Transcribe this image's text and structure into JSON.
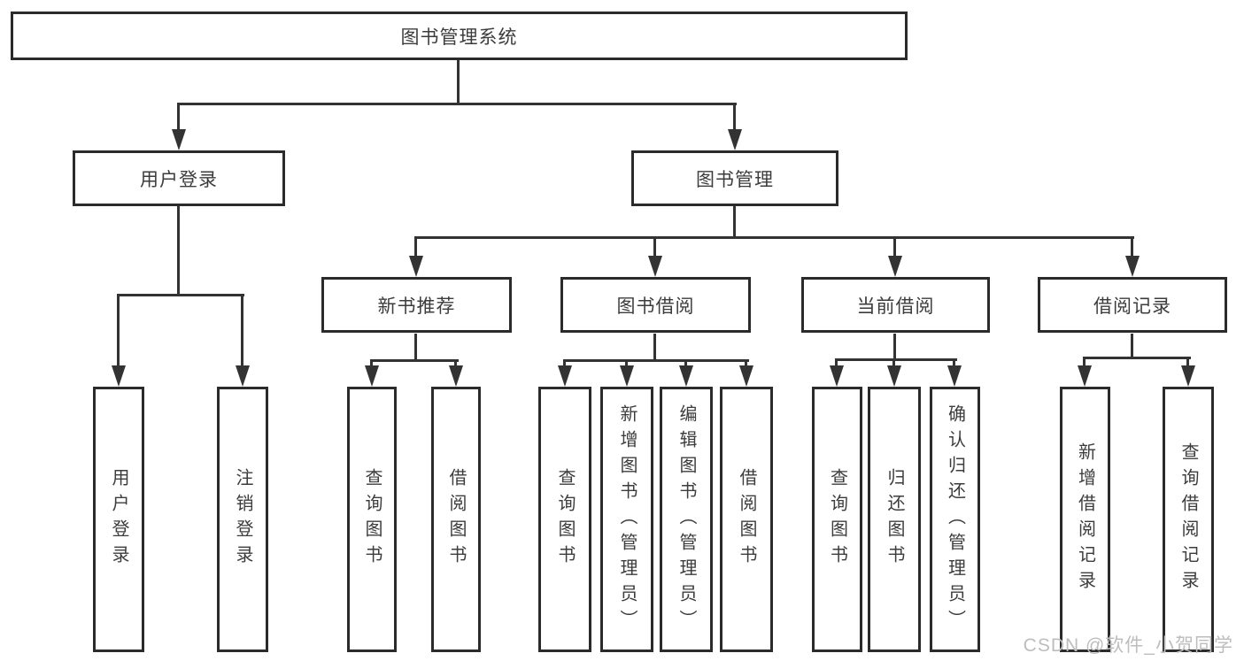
{
  "tree": {
    "label": "图书管理系统",
    "children": [
      {
        "label": "用户登录",
        "children": [
          {
            "label": "用户登录"
          },
          {
            "label": "注销登录"
          }
        ]
      },
      {
        "label": "图书管理",
        "children": [
          {
            "label": "新书推荐",
            "children": [
              {
                "label": "查询图书"
              },
              {
                "label": "借阅图书"
              }
            ]
          },
          {
            "label": "图书借阅",
            "children": [
              {
                "label": "查询图书"
              },
              {
                "label": "新增图书（管理员）"
              },
              {
                "label": "编辑图书（管理员）"
              },
              {
                "label": "借阅图书"
              }
            ]
          },
          {
            "label": "当前借阅",
            "children": [
              {
                "label": "查询图书"
              },
              {
                "label": "归还图书"
              },
              {
                "label": "确认归还（管理员）"
              }
            ]
          },
          {
            "label": "借阅记录",
            "children": [
              {
                "label": "新增借阅记录"
              },
              {
                "label": "查询借阅记录"
              }
            ]
          }
        ]
      }
    ]
  },
  "watermark": "CSDN @软件_小贺同学",
  "colors": {
    "line": "#333333",
    "border": "#2b2b2b",
    "text": "#3c3c3c",
    "watermark": "#bdbdbd",
    "background": "#ffffff"
  }
}
